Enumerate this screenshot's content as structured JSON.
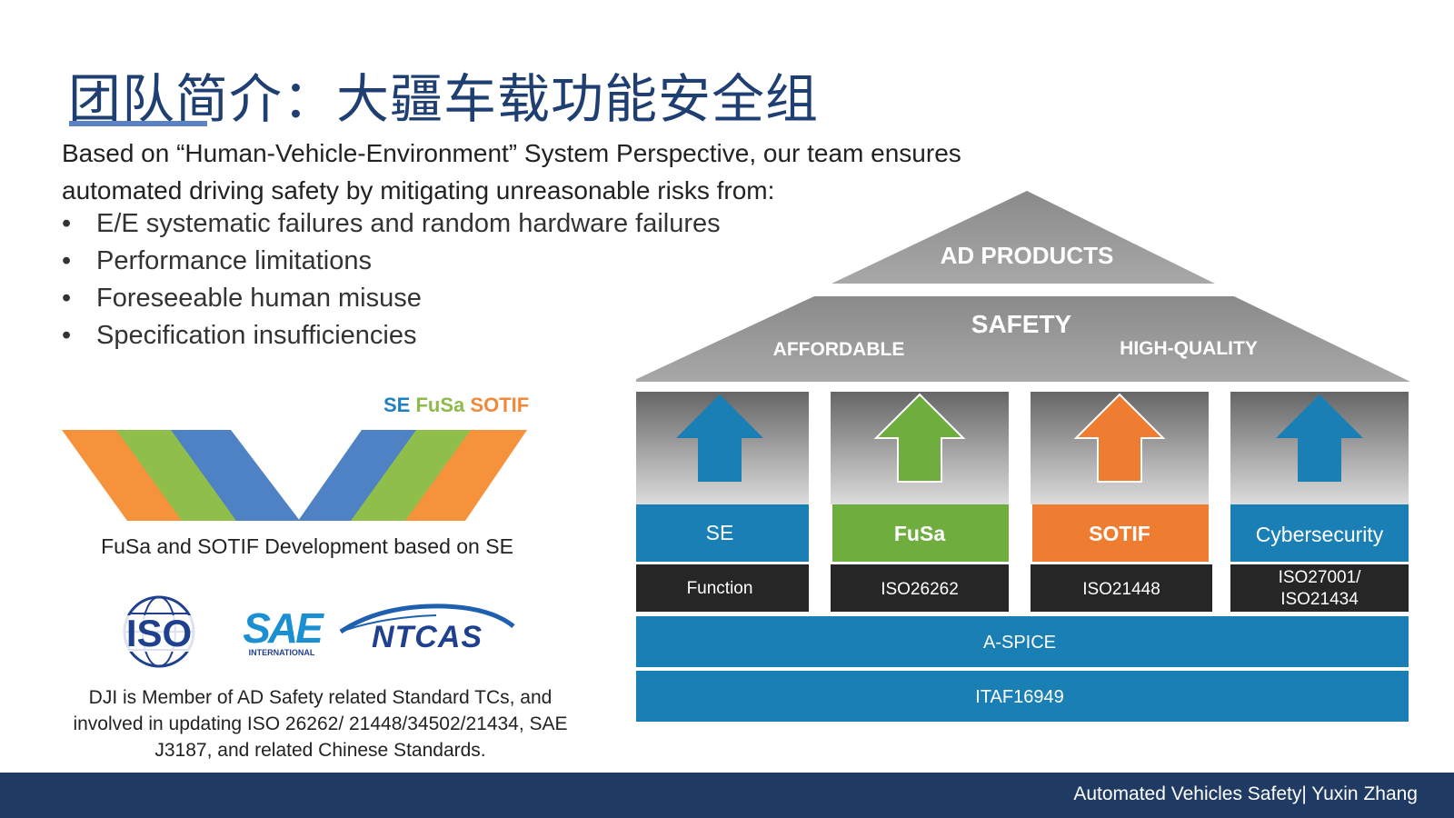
{
  "slide": {
    "title": "团队简介：大疆车载功能安全组",
    "intro": "Based on “Human-Vehicle-Environment” System Perspective, our team ensures automated driving safety by mitigating unreasonable risks from:",
    "bullets": [
      "E/E systematic failures and random hardware failures",
      "Performance limitations",
      "Foreseeable human misuse",
      "Specification insufficiencies"
    ],
    "bullet_glyph": "•"
  },
  "lifecycle": {
    "se": "SE",
    "fusa": "FuSa",
    "sotif": "SOTIF",
    "caption": "FuSa and SOTIF Development based on SE",
    "colors": {
      "orange": "#f6923c",
      "green": "#8fbf4a",
      "blue": "#4f82c4"
    }
  },
  "logos": {
    "iso": "ISO",
    "sae": "SAE",
    "sae_sub": "INTERNATIONAL",
    "ntcas": "NTCAS"
  },
  "membership": "DJI is Member of AD Safety related Standard TCs, and involved in updating ISO 26262/ 21448/34502/21434, SAE J3187, and related Chinese Standards.",
  "house": {
    "roof_top": "AD PRODUCTS",
    "roof_mid": "SAFETY",
    "roof_left": "AFFORDABLE",
    "roof_right": "HIGH-QUALITY",
    "pillars": [
      {
        "name": "SE",
        "standard": "Function",
        "color": "#1a7fb5"
      },
      {
        "name": "FuSa",
        "standard": "ISO26262",
        "color": "#6fad3e"
      },
      {
        "name": "SOTIF",
        "standard": "ISO21448",
        "color": "#ef7d31"
      },
      {
        "name": "Cybersecurity",
        "standard_line1": "ISO27001/",
        "standard_line2": "ISO21434",
        "color": "#1a7fb5"
      }
    ],
    "base1": "A-SPICE",
    "base2": "ITAF16949"
  },
  "footer": {
    "text": "Automated Vehicles Safety| Yuxin Zhang",
    "color": "#1f3a63"
  }
}
